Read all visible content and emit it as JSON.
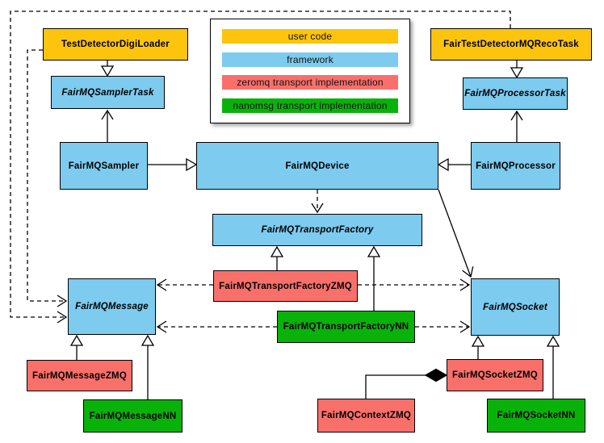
{
  "legend": {
    "items": [
      {
        "label": "user code",
        "color": "#FCC40D"
      },
      {
        "label": "framework",
        "color": "#7DCBEF"
      },
      {
        "label": "zeromq transport implementation",
        "color": "#F9706B"
      },
      {
        "label": "nanomsg transport implementation",
        "color": "#09B209"
      }
    ]
  },
  "palette": {
    "user_code": "#FCC40D",
    "framework": "#7DCBEF",
    "zeromq": "#F9706B",
    "nanomsg": "#09B209",
    "border": "#000000",
    "background": "#FFFFFF"
  },
  "nodes": {
    "digiLoader": {
      "label": "TestDetectorDigiLoader",
      "category": "user code",
      "abstract": false
    },
    "recoTask": {
      "label": "FairTestDetectorMQRecoTask",
      "category": "user code",
      "abstract": false
    },
    "samplerTask": {
      "label": "FairMQSamplerTask",
      "category": "framework",
      "abstract": true
    },
    "processorTask": {
      "label": "FairMQProcessorTask",
      "category": "framework",
      "abstract": true
    },
    "sampler": {
      "label": "FairMQSampler",
      "category": "framework",
      "abstract": false
    },
    "device": {
      "label": "FairMQDevice",
      "category": "framework",
      "abstract": false
    },
    "processor": {
      "label": "FairMQProcessor",
      "category": "framework",
      "abstract": false
    },
    "transportFactory": {
      "label": "FairMQTransportFactory",
      "category": "framework",
      "abstract": true
    },
    "transportFactoryZMQ": {
      "label": "FairMQTransportFactoryZMQ",
      "category": "zeromq",
      "abstract": false
    },
    "transportFactoryNN": {
      "label": "FairMQTransportFactoryNN",
      "category": "nanomsg",
      "abstract": false
    },
    "message": {
      "label": "FairMQMessage",
      "category": "framework",
      "abstract": true
    },
    "messageZMQ": {
      "label": "FairMQMessageZMQ",
      "category": "zeromq",
      "abstract": false
    },
    "messageNN": {
      "label": "FairMQMessageNN",
      "category": "nanomsg",
      "abstract": false
    },
    "socket": {
      "label": "FairMQSocket",
      "category": "framework",
      "abstract": true
    },
    "socketZMQ": {
      "label": "FairMQSocketZMQ",
      "category": "zeromq",
      "abstract": false
    },
    "socketNN": {
      "label": "FairMQSocketNN",
      "category": "nanomsg",
      "abstract": false
    },
    "contextZMQ": {
      "label": "FairMQContextZMQ",
      "category": "zeromq",
      "abstract": false
    }
  },
  "edges": [
    {
      "from": "TestDetectorDigiLoader",
      "to": "FairMQSamplerTask",
      "kind": "inheritance",
      "line": "solid"
    },
    {
      "from": "FairTestDetectorMQRecoTask",
      "to": "FairMQProcessorTask",
      "kind": "inheritance",
      "line": "solid"
    },
    {
      "from": "FairMQSampler",
      "to": "FairMQSamplerTask",
      "kind": "association",
      "line": "solid"
    },
    {
      "from": "FairMQProcessor",
      "to": "FairMQProcessorTask",
      "kind": "association",
      "line": "solid"
    },
    {
      "from": "FairMQSampler",
      "to": "FairMQDevice",
      "kind": "inheritance",
      "line": "solid"
    },
    {
      "from": "FairMQProcessor",
      "to": "FairMQDevice",
      "kind": "inheritance",
      "line": "solid"
    },
    {
      "from": "FairMQDevice",
      "to": "FairMQTransportFactory",
      "kind": "dependency",
      "line": "dashed"
    },
    {
      "from": "FairMQDevice",
      "to": "FairMQSocket",
      "kind": "association",
      "line": "solid"
    },
    {
      "from": "FairMQTransportFactoryZMQ",
      "to": "FairMQTransportFactory",
      "kind": "inheritance",
      "line": "solid"
    },
    {
      "from": "FairMQTransportFactoryNN",
      "to": "FairMQTransportFactory",
      "kind": "inheritance",
      "line": "solid"
    },
    {
      "from": "FairMQTransportFactoryZMQ",
      "to": "FairMQMessage",
      "kind": "dependency",
      "line": "dashed"
    },
    {
      "from": "FairMQTransportFactoryZMQ",
      "to": "FairMQSocket",
      "kind": "dependency",
      "line": "dashed"
    },
    {
      "from": "FairMQTransportFactoryNN",
      "to": "FairMQMessage",
      "kind": "dependency",
      "line": "dashed"
    },
    {
      "from": "FairMQTransportFactoryNN",
      "to": "FairMQSocket",
      "kind": "dependency",
      "line": "dashed"
    },
    {
      "from": "TestDetectorDigiLoader",
      "to": "FairMQMessage",
      "kind": "dependency",
      "line": "dashed"
    },
    {
      "from": "FairTestDetectorMQRecoTask",
      "to": "FairMQMessage",
      "kind": "dependency",
      "line": "dashed"
    },
    {
      "from": "FairMQMessageZMQ",
      "to": "FairMQMessage",
      "kind": "inheritance",
      "line": "solid"
    },
    {
      "from": "FairMQMessageNN",
      "to": "FairMQMessage",
      "kind": "inheritance",
      "line": "solid"
    },
    {
      "from": "FairMQSocketZMQ",
      "to": "FairMQSocket",
      "kind": "inheritance",
      "line": "solid"
    },
    {
      "from": "FairMQSocketNN",
      "to": "FairMQSocket",
      "kind": "inheritance",
      "line": "solid"
    },
    {
      "from": "FairMQContextZMQ",
      "to": "FairMQSocketZMQ",
      "kind": "composition",
      "line": "solid"
    }
  ]
}
